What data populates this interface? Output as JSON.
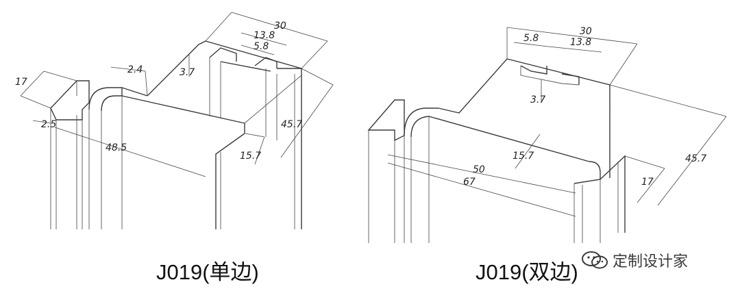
{
  "figures": [
    {
      "caption": "J019(单边)",
      "dimensions": {
        "width_top": "30",
        "slot_span": "13.8",
        "slot_width": "5.8",
        "lip_width": "2.4",
        "slot_depth": "3.7",
        "flange_height": "17",
        "flange_offset": "2.5",
        "depth": "48.5",
        "height": "45.7",
        "inner_height": "15.7"
      }
    },
    {
      "caption": "J019(双边)",
      "dimensions": {
        "width_top": "30",
        "slot_width": "5.8",
        "slot_span": "13.8",
        "slot_depth": "3.7",
        "inner_height": "15.7",
        "inner_depth": "50",
        "depth": "67",
        "flange_height": "17",
        "height": "45.7"
      }
    }
  ],
  "watermark": {
    "text": "定制设计家",
    "icon": "wechat-icon",
    "color": "#3a3a3a"
  }
}
